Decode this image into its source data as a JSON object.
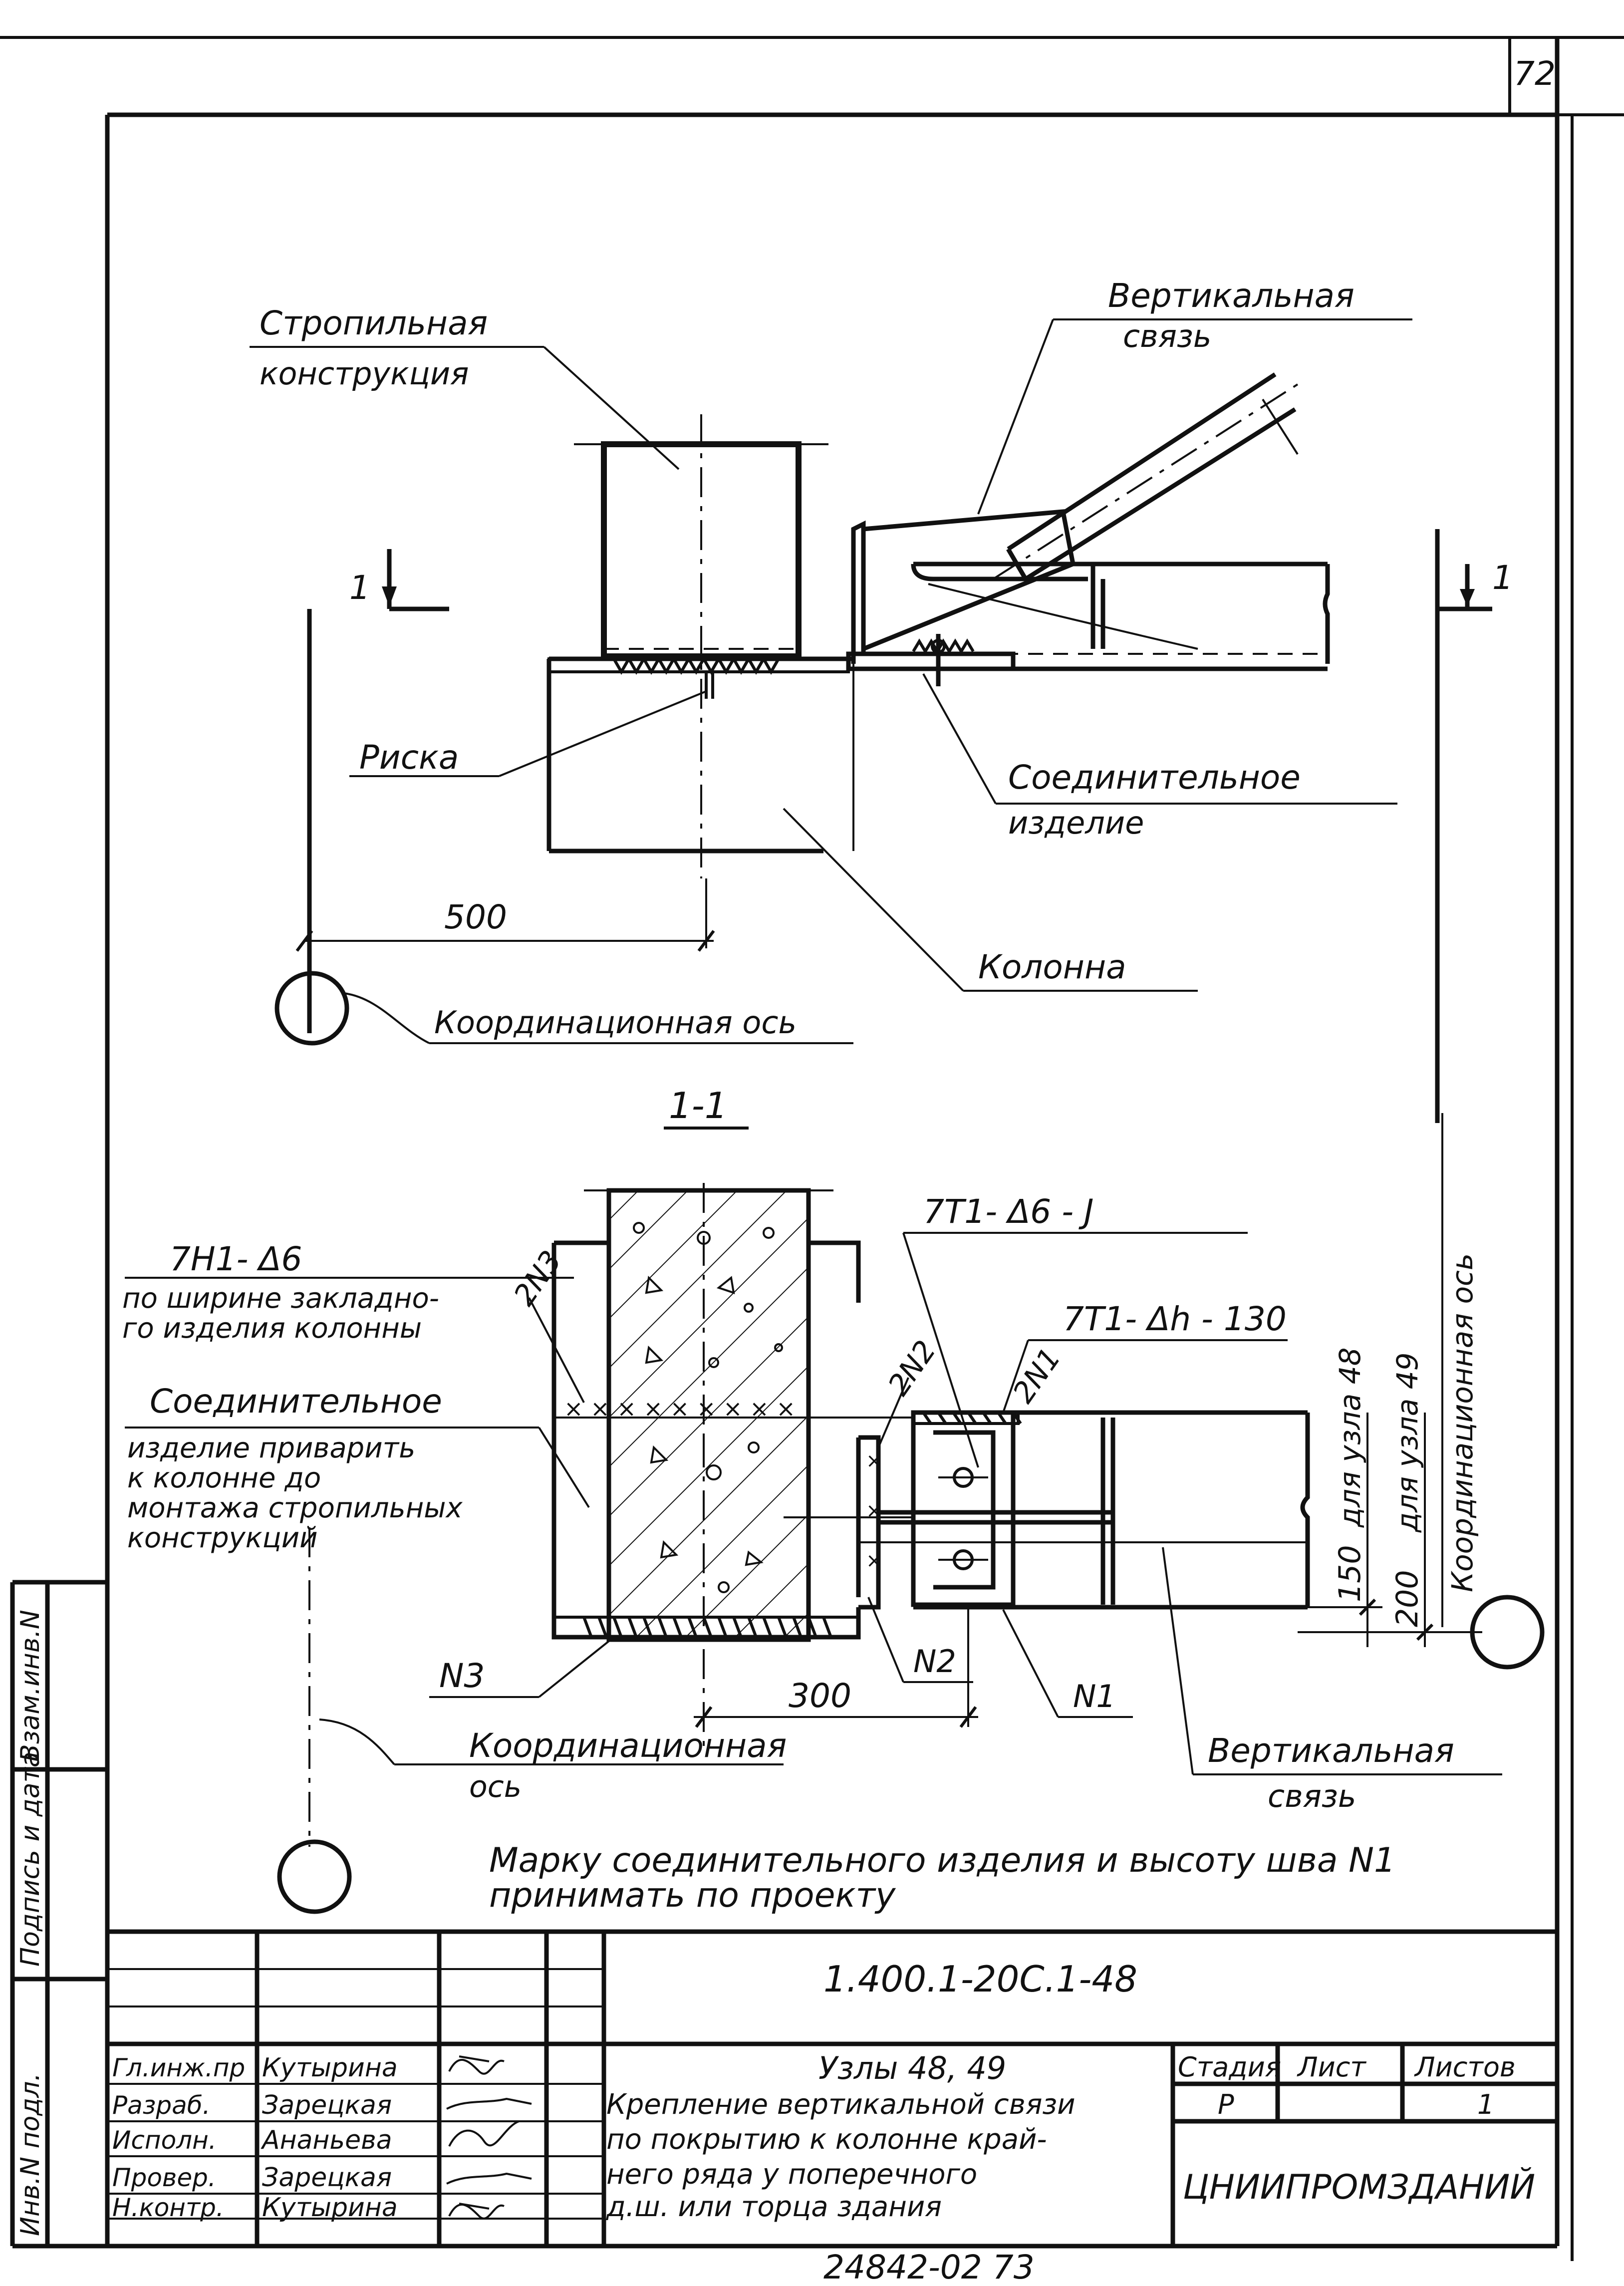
{
  "page_number": "72",
  "bottom_code": "24842-02  73",
  "top_view": {
    "label_rafter": [
      "Стропильная",
      "конструкция"
    ],
    "label_vertical_brace": [
      "Вертикальная",
      "связь"
    ],
    "section_mark_left": "1",
    "section_mark_right": "1",
    "label_risk": "Риска",
    "label_connector": [
      "Соединительное",
      "изделие"
    ],
    "dim_500": "500",
    "label_column": "Колонна",
    "label_coord_axis": "Координационная  ось"
  },
  "section_view": {
    "title": "1-1",
    "label_7t1_d6": "7Т1- Δ6 - Ј",
    "label_7n1": "7Н1- Δ6",
    "label_7n1_note": [
      "по ширине закладно-",
      "го изделия колонны"
    ],
    "label_2n3": "2N3",
    "label_2n2": "2N2",
    "label_2n1": "2N1",
    "label_7t1_dh": "7Т1- Δh - 130",
    "label_connector_note": [
      "Соединительное",
      "изделие приварить",
      "к колонне до",
      "монтажа стропильных",
      "конструкций"
    ],
    "label_node48": "для узла 48",
    "label_node49": "для узла 49",
    "label_coord_axis_vertical": "Координационная ось",
    "dim_150": "150",
    "dim_200": "200",
    "label_n3": "N3",
    "label_n2": "N2",
    "label_n1": "N1",
    "dim_300": "300",
    "label_coord_axis": [
      "Координационная",
      "ось"
    ],
    "label_vertical_brace": [
      "Вертикальная",
      "связь"
    ],
    "note": [
      "Марку  соединительного изделия  и высоту  шва N1",
      "принимать  по проекту"
    ]
  },
  "title_block": {
    "designation": "1.400.1-20С.1-48",
    "roles": [
      "Гл.инж.пр",
      "Разраб.",
      "Исполн.",
      "Провер.",
      "Н.контр."
    ],
    "names": [
      "Кутырина",
      "Зарецкая",
      "Ананьева",
      "Зарецкая",
      "Кутырина"
    ],
    "title": [
      "Узлы 48, 49",
      "Крепление вертикальной связи",
      "по покрытию к колонне край-",
      "него ряда у поперечного",
      "д.ш. или торца здания"
    ],
    "col_stage": "Стадия",
    "col_sheet": "Лист",
    "col_sheets": "Листов",
    "stage_value": "Р",
    "sheet_value": "",
    "sheets_value": "1",
    "organization": "ЦНИИПРОМЗДАНИЙ"
  },
  "side_stamp": {
    "inv_podl": "Инв.N подл.",
    "podpis_data": "Подпись и дата",
    "vzam_inv": "Взам.инв.N"
  }
}
